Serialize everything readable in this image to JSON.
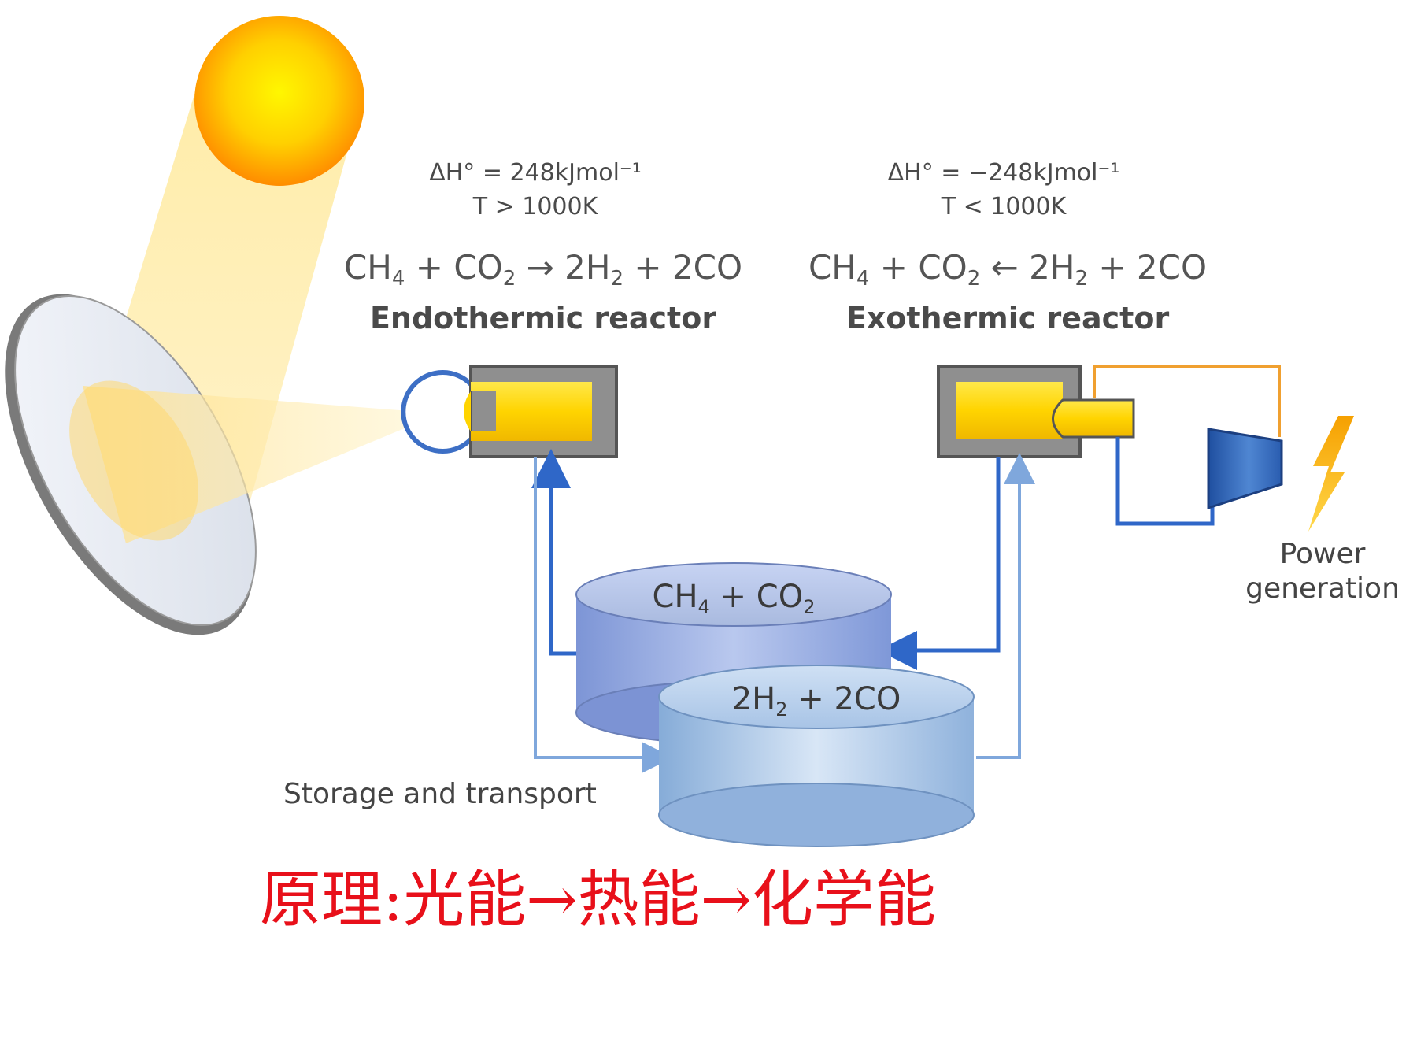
{
  "colors": {
    "sun_center": "#ffee00",
    "sun_edge": "#ff9a00",
    "beam": "#fff0b0",
    "reactor_core": "#ffd800",
    "reactor_frame": "#9a9a9a",
    "pipe_dark": "#2f67c8",
    "pipe_light": "#7fa7dc",
    "power_loop": "#f0a030",
    "principle_text": "#e8101a"
  },
  "endothermic": {
    "delta_h": "ΔH° = 248kJmol⁻¹",
    "temperature": "T > 1000K",
    "equation": {
      "left": "CH",
      "left_sub": "4",
      "plus1": " + CO",
      "co2_sub": "2",
      "arrow": " → ",
      "right": "2H",
      "h2_sub": "2",
      "tail": " + 2CO"
    },
    "title": "Endothermic reactor"
  },
  "exothermic": {
    "delta_h": "ΔH° = −248kJmol⁻¹",
    "temperature": "T < 1000K",
    "equation": {
      "left": "CH",
      "left_sub": "4",
      "plus1": " + CO",
      "co2_sub": "2",
      "arrow": " ← ",
      "right": "2H",
      "h2_sub": "2",
      "tail": " + 2CO"
    },
    "title": "Exothermic reactor"
  },
  "tanks": {
    "top": {
      "a": "CH",
      "a_sub": "4",
      "b": " + CO",
      "b_sub": "2"
    },
    "bottom": {
      "a": "2H",
      "a_sub": "2",
      "b": " + 2CO"
    }
  },
  "storage_label": "Storage and transport",
  "power_label_line1": "Power",
  "power_label_line2": "generation",
  "principle": "原理:光能→热能→化学能",
  "icons": [
    "sun-icon",
    "parabolic-dish-icon",
    "turbine-icon",
    "lightning-icon"
  ]
}
